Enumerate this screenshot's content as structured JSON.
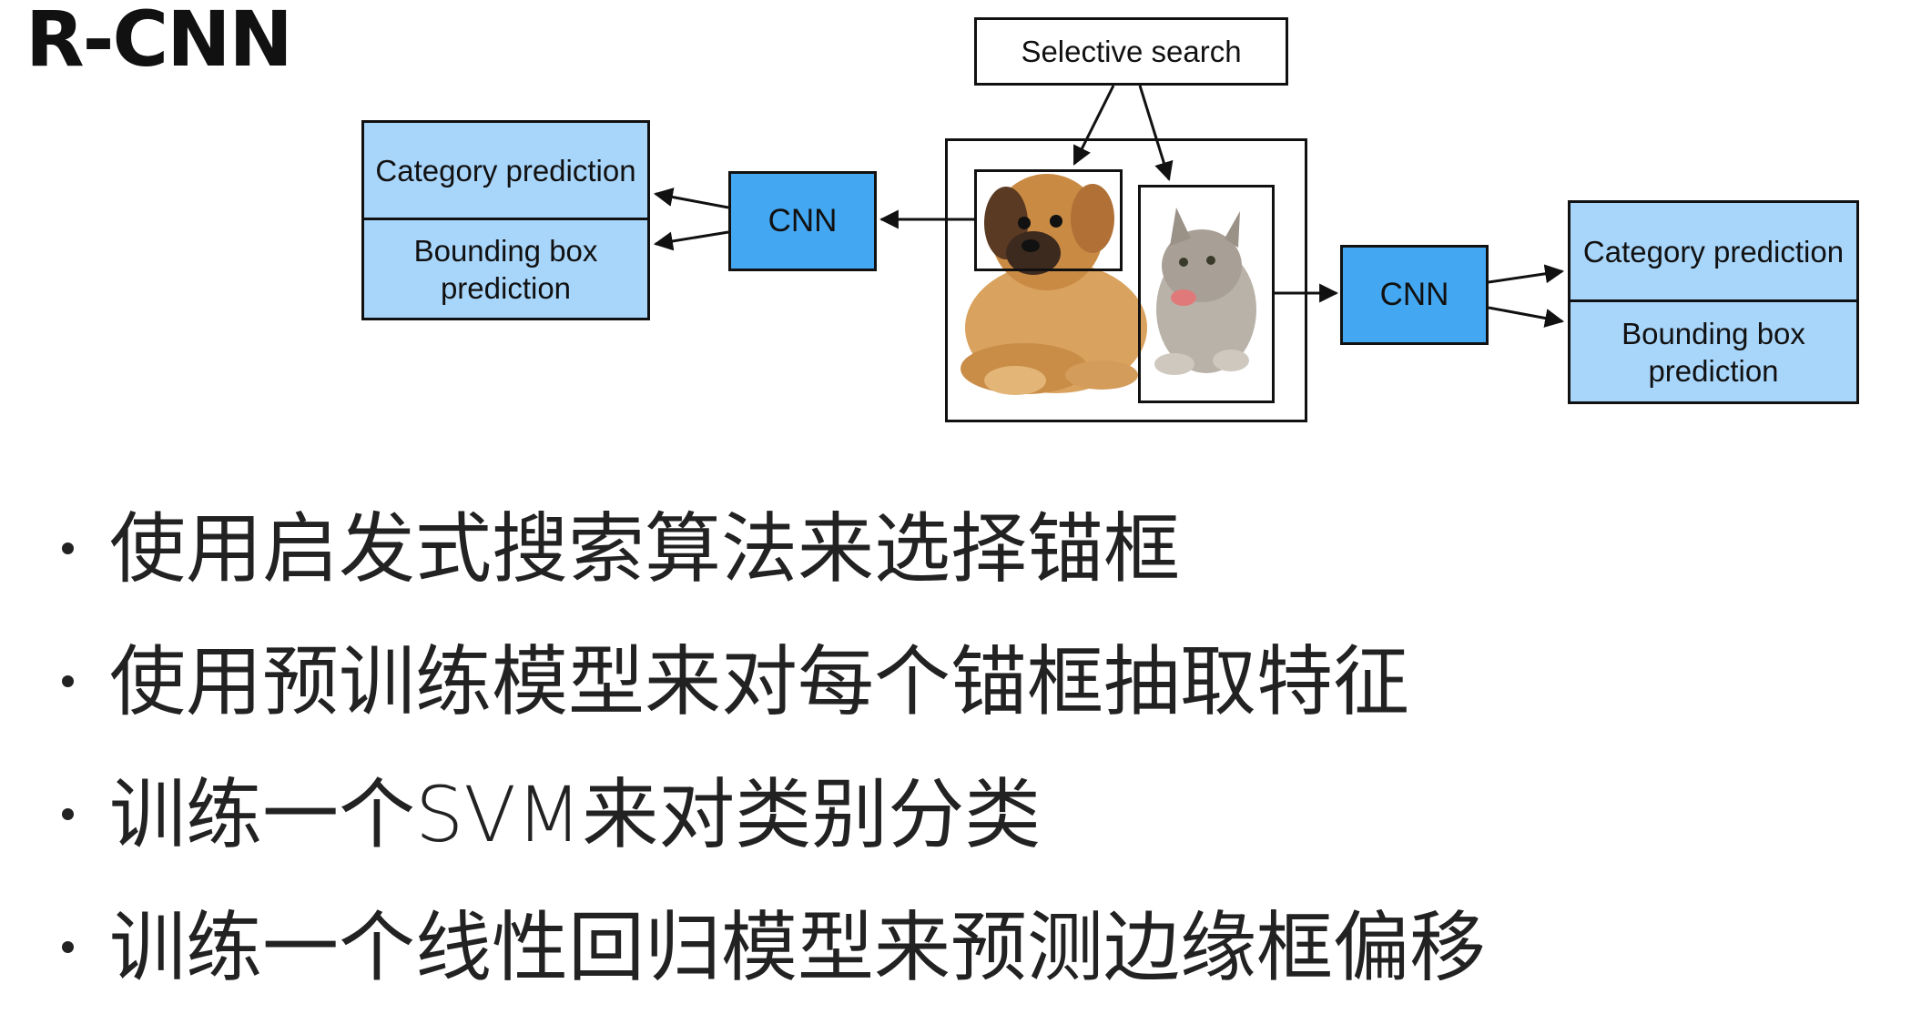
{
  "title": "R-CNN",
  "diagram": {
    "selective_search_label": "Selective search",
    "cnn_left_label": "CNN",
    "cnn_right_label": "CNN",
    "left_outputs": {
      "category": "Category prediction",
      "bbox": "Bounding box prediction"
    },
    "right_outputs": {
      "category": "Category prediction",
      "bbox": "Bounding box prediction"
    },
    "colors": {
      "cnn_fill": "#43a7f1",
      "prediction_fill": "#a8d5fa"
    }
  },
  "bullets": [
    "使用启发式搜索算法来选择锚框",
    "使用预训练模型来对每个锚框抽取特征",
    "训练一个SVM来对类别分类",
    "训练一个线性回归模型来预测边缘框偏移"
  ]
}
